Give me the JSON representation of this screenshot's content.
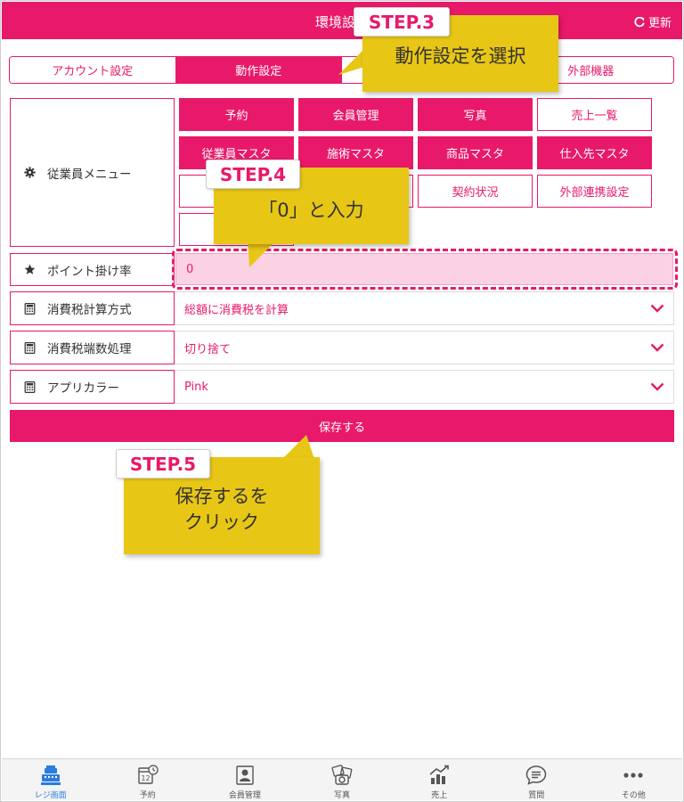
{
  "header": {
    "title": "環境設定",
    "refresh_label": "更新"
  },
  "tabs": [
    {
      "label": "アカウント設定",
      "active": false
    },
    {
      "label": "動作設定",
      "active": true
    },
    {
      "label": "",
      "active": false
    },
    {
      "label": "外部機器",
      "active": false
    }
  ],
  "employee_menu": {
    "label": "従業員メニュー",
    "icon": "gear-icon",
    "buttons": [
      {
        "label": "予約",
        "style": "filled"
      },
      {
        "label": "会員管理",
        "style": "filled"
      },
      {
        "label": "写真",
        "style": "filled"
      },
      {
        "label": "売上一覧",
        "style": "outline"
      },
      {
        "label": "従業員マスタ",
        "style": "filled"
      },
      {
        "label": "施術マスタ",
        "style": "filled"
      },
      {
        "label": "商品マスタ",
        "style": "filled"
      },
      {
        "label": "仕入先マスタ",
        "style": "filled"
      },
      {
        "label": "契約状況",
        "style": "outline"
      },
      {
        "label": "外部連携設定",
        "style": "outline"
      }
    ]
  },
  "point_rate": {
    "label": "ポイント掛け率",
    "icon": "star-icon",
    "value": "0"
  },
  "tax_calc": {
    "label": "消費税計算方式",
    "icon": "calculator-icon",
    "value": "総額に消費税を計算"
  },
  "tax_rounding": {
    "label": "消費税端数処理",
    "icon": "calculator-icon",
    "value": "切り捨て"
  },
  "app_color": {
    "label": "アプリカラー",
    "icon": "calculator-icon",
    "value": "Pink"
  },
  "save_button": {
    "label": "保存する"
  },
  "callouts": {
    "step3": {
      "tag": "STEP.3",
      "text": "動作設定を選択"
    },
    "step4": {
      "tag": "STEP.4",
      "text": "「0」と入力"
    },
    "step5": {
      "tag": "STEP.5",
      "line1": "保存するを",
      "line2": "クリック"
    }
  },
  "bottom_nav": [
    {
      "label": "レジ画面",
      "icon": "cash-register-icon",
      "active": true
    },
    {
      "label": "予約",
      "icon": "calendar-icon",
      "active": false
    },
    {
      "label": "会員管理",
      "icon": "member-icon",
      "active": false
    },
    {
      "label": "写真",
      "icon": "camera-icon",
      "active": false
    },
    {
      "label": "売上",
      "icon": "sales-chart-icon",
      "active": false
    },
    {
      "label": "質問",
      "icon": "chat-icon",
      "active": false
    },
    {
      "label": "その他",
      "icon": "more-icon",
      "active": false
    }
  ],
  "colors": {
    "accent": "#e8196a",
    "callout": "#e8c615",
    "nav_active": "#2a7de1"
  }
}
